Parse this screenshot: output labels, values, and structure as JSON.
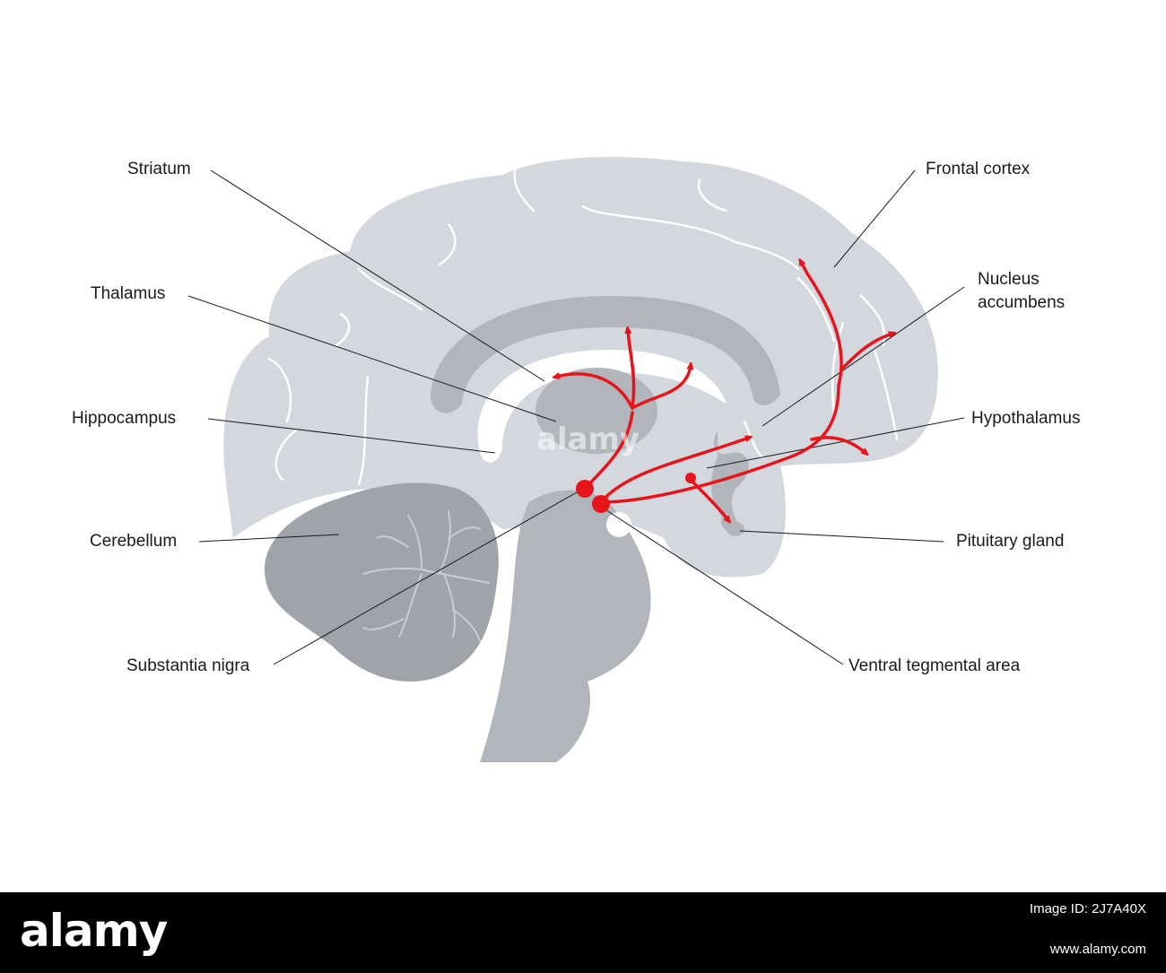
{
  "labels": {
    "striatum": "Striatum",
    "thalamus": "Thalamus",
    "hippocampus": "Hippocampus",
    "cerebellum": "Cerebellum",
    "substantia_nigra": "Substantia nigra",
    "frontal_cortex": "Frontal cortex",
    "nucleus_accumbens_line1": "Nucleus",
    "nucleus_accumbens_line2": "accumbens",
    "hypothalamus": "Hypothalamus",
    "pituitary_gland": "Pituitary gland",
    "ventral_tegmental_area": "Ventral tegmental area"
  },
  "colors": {
    "brain": "#d3d7de",
    "inner": "#b1b5bc",
    "cerebellum": "#9fa3aa",
    "pathway": "#e8141b",
    "leader": "#1a1a1a"
  },
  "watermark": "alamy",
  "footer": {
    "logo": "alamy",
    "image_id_label": "Image ID: 2J7A40X",
    "url": "www.alamy.com"
  }
}
